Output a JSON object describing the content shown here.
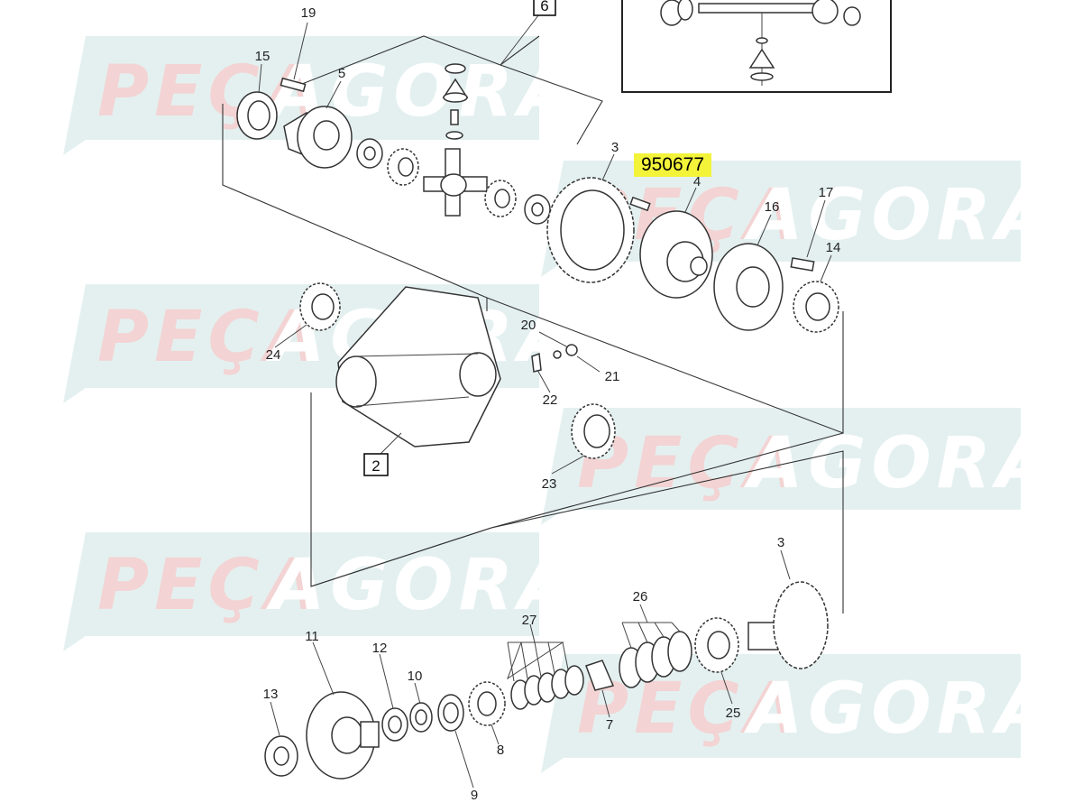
{
  "watermark": {
    "text_left": "PEÇA",
    "text_right": "AGORA",
    "color_left": "#f3d3d3",
    "color_band": "#e4f0f0",
    "color_right": "#ffffff"
  },
  "highlight": {
    "text": "950677",
    "color": "#f3f33a"
  },
  "boxed_labels": [
    "6",
    "2"
  ],
  "labels": [
    "19",
    "15",
    "5",
    "3",
    "4",
    "17",
    "16",
    "14",
    "24",
    "20",
    "21",
    "22",
    "23",
    "3",
    "26",
    "27",
    "11",
    "12",
    "10",
    "13",
    "9",
    "8",
    "7",
    "25"
  ],
  "colors": {
    "line": "#333333",
    "highlight": "#f3f33a"
  }
}
